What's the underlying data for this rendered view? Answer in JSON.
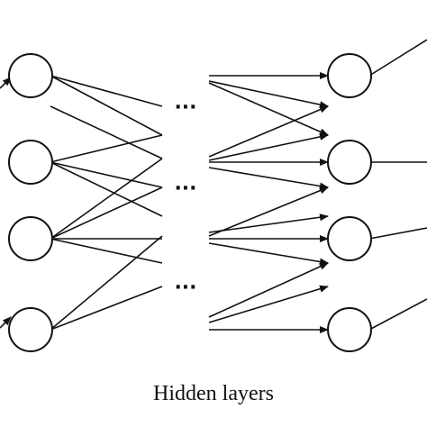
{
  "caption": "Hidden layers",
  "ellipsis": "···",
  "colors": {
    "stroke": "#111111",
    "background": "#ffffff"
  },
  "network": {
    "left_layer_nodes": 4,
    "right_layer_nodes": 4,
    "middle_gap_rows": 3
  }
}
